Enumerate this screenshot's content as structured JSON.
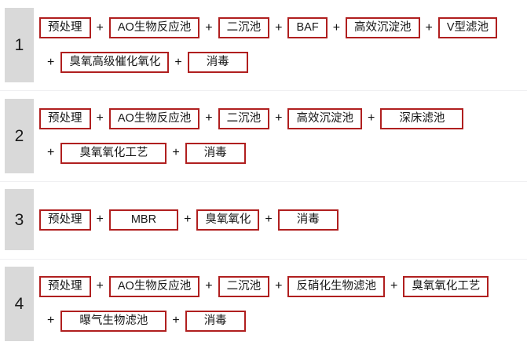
{
  "diagram": {
    "type": "process-train-table",
    "accent_color": "#b01f1f",
    "badge_color": "#d9d9d9",
    "divider_color": "#f0f0f2",
    "connector": "+",
    "rows": [
      {
        "index": "1",
        "lines": [
          [
            "预处理",
            "AO生物反应池",
            "二沉池",
            "BAF",
            "高效沉淀池",
            "V型滤池"
          ],
          [
            "臭氧高级催化氧化",
            "消毒"
          ]
        ]
      },
      {
        "index": "2",
        "lines": [
          [
            "预处理",
            "AO生物反应池",
            "二沉池",
            "高效沉淀池",
            "深床滤池"
          ],
          [
            "臭氧氧化工艺",
            "消毒"
          ]
        ]
      },
      {
        "index": "3",
        "lines": [
          [
            "预处理",
            "MBR",
            "臭氧氧化",
            "消毒"
          ]
        ]
      },
      {
        "index": "4",
        "lines": [
          [
            "预处理",
            "AO生物反应池",
            "二沉池",
            "反硝化生物滤池",
            "臭氧氧化工艺"
          ],
          [
            "曝气生物滤池",
            "消毒"
          ]
        ]
      }
    ]
  }
}
